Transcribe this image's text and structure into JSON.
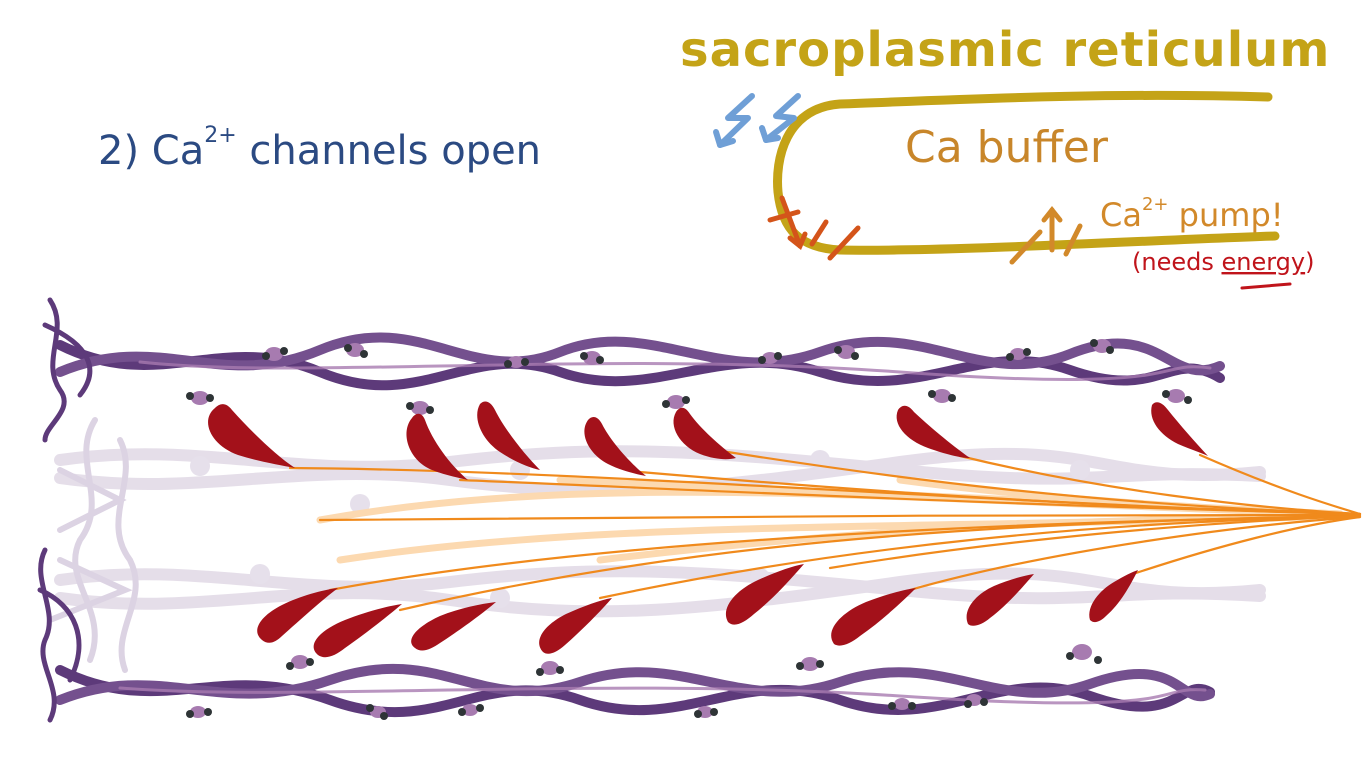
{
  "title": {
    "prefix": "2) Ca",
    "superscript": "2+",
    "suffix": " channels  open"
  },
  "sr": {
    "label": "sacroplasmic reticulum",
    "buffer_label": "Ca  buffer",
    "pump_label_prefix": "Ca",
    "pump_label_superscript": "2+",
    "pump_label_suffix": " pump!",
    "energy_note_prefix": "(needs ",
    "energy_note_emphasis": "energy",
    "energy_note_suffix": ")"
  },
  "colors": {
    "title_blue": "#2b4a82",
    "sr_gold": "#c4a317",
    "buffer_orange": "#c8862a",
    "pump_orange": "#d2892a",
    "release_red_orange": "#d4541a",
    "energy_red": "#c0141b",
    "channel_blue": "#6f9fd6",
    "actin_purple": "#5d3a7a",
    "actin_light": "#e4dde8",
    "tropomyosin": "#a77bb0",
    "myosin_head": "#a3111a",
    "myosin_tail": "#f08a1c",
    "myosin_tail_light": "#fcd9b0",
    "binding_dark": "#2e3436"
  },
  "icons": {
    "sr_channel": "double-arrow-icon",
    "release_arrow": "down-arrow-icon",
    "pump_arrow": "up-arrow-icon"
  }
}
